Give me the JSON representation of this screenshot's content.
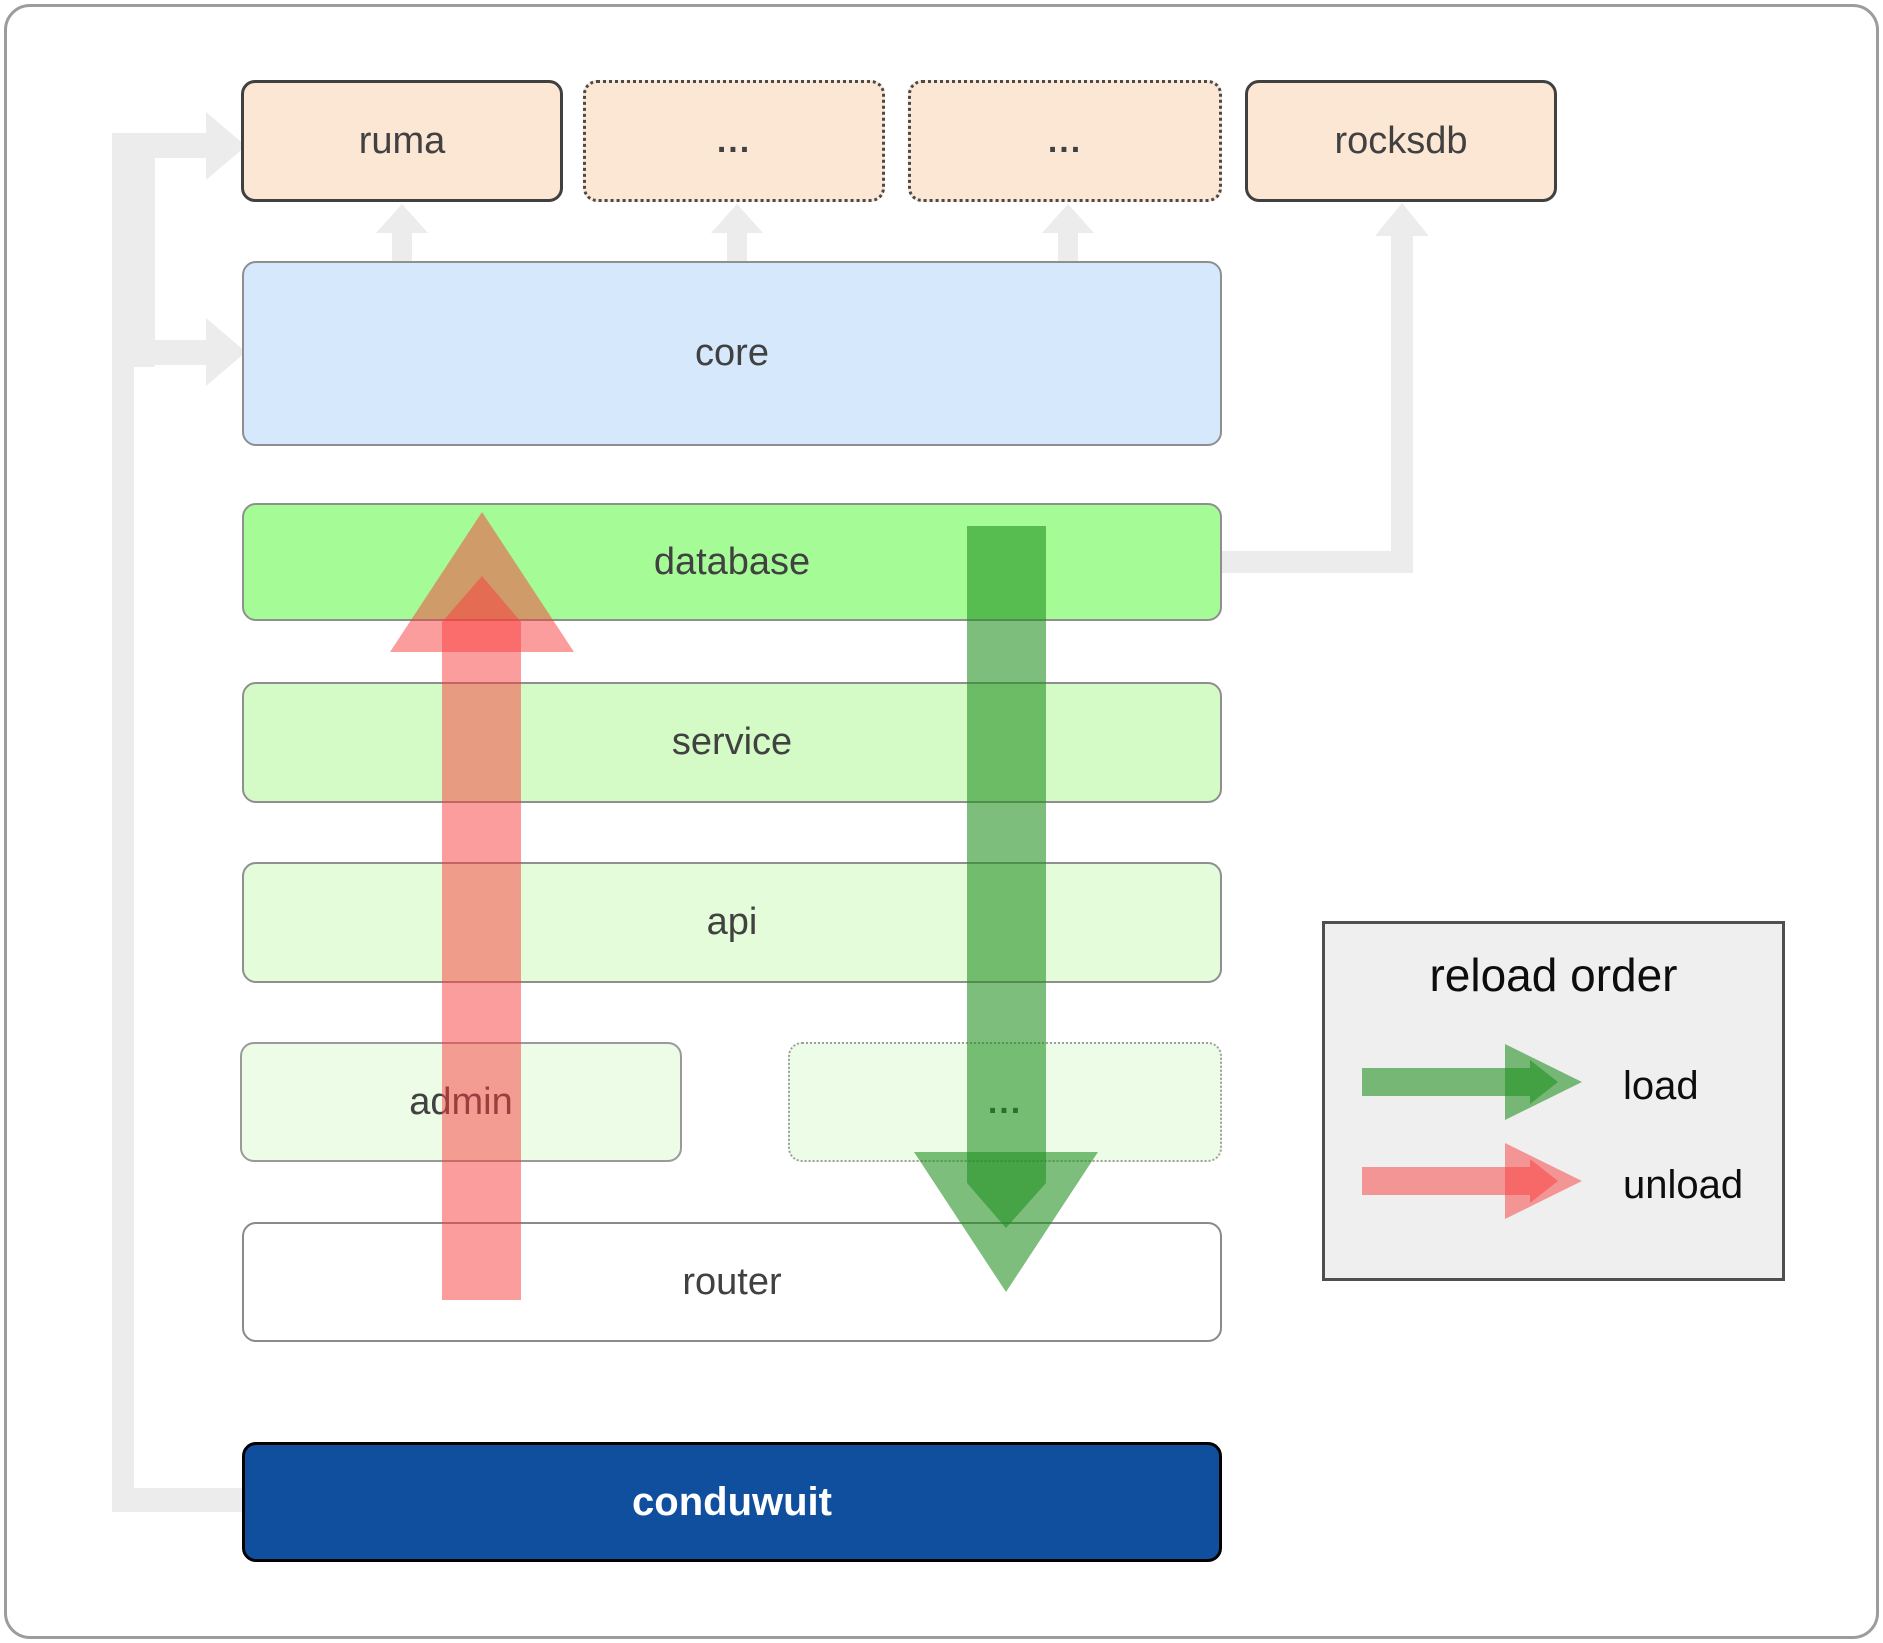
{
  "diagram": {
    "top_row": [
      {
        "label": "ruma"
      },
      {
        "label": "..."
      },
      {
        "label": "..."
      },
      {
        "label": "rocksdb"
      }
    ],
    "core": {
      "label": "core"
    },
    "database": {
      "label": "database"
    },
    "service": {
      "label": "service"
    },
    "api": {
      "label": "api"
    },
    "admin": {
      "label": "admin"
    },
    "admin_ellipsis": {
      "label": "..."
    },
    "router": {
      "label": "router"
    },
    "conduwuit": {
      "label": "conduwuit"
    }
  },
  "legend": {
    "title": "reload order",
    "items": [
      {
        "label": "load",
        "color": "#1f8f1f"
      },
      {
        "label": "unload",
        "color": "#fa3c3c"
      }
    ]
  },
  "colors": {
    "peach_box": "#fce6d4",
    "core_box": "#d6e8fb",
    "database_box": "#a5fc96",
    "service_box": "#d4fac6",
    "api_box": "#e4fcda",
    "admin_box": "#edfce6",
    "router_box": "#ffffff",
    "conduwuit_box": "#0f4f9d",
    "connector_gray": "#ececec",
    "load_arrow_green": "#1f8f1f",
    "unload_arrow_red": "#fa3c3c",
    "legend_bg": "#efefef"
  }
}
